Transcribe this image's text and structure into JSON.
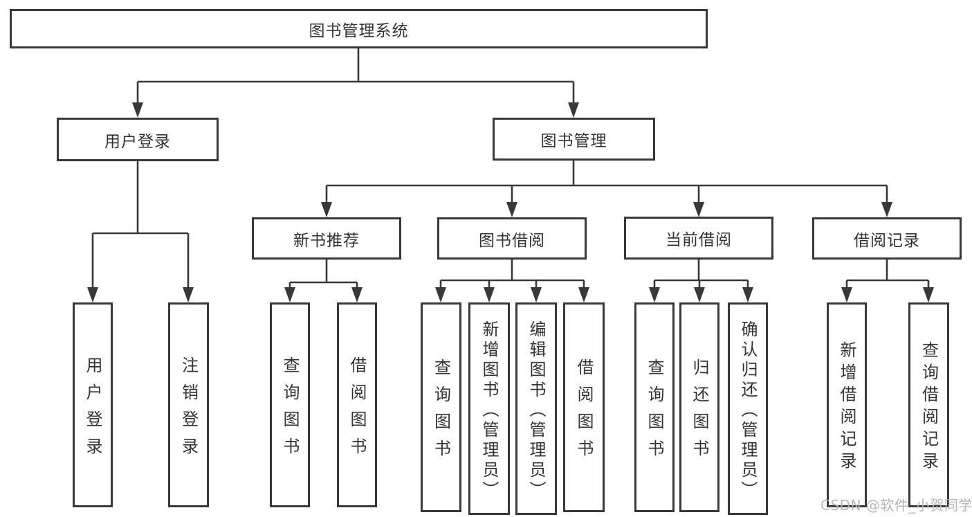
{
  "diagram": {
    "root": "图书管理系统",
    "level2": {
      "user_login": "用户登录",
      "book_mgmt": "图书管理"
    },
    "level3": {
      "new_books": "新书推荐",
      "book_borrow": "图书借阅",
      "current_borrow": "当前借阅",
      "borrow_records": "借阅记录"
    },
    "leaves": {
      "user_login": [
        "用户登录",
        "注销登录"
      ],
      "new_books": [
        "查询图书",
        "借阅图书"
      ],
      "book_borrow": [
        "查询图书",
        "新增图书（管理员）",
        "编辑图书（管理员）",
        "借阅图书"
      ],
      "current_borrow": [
        "查询图书",
        "归还图书",
        "确认归还（管理员）"
      ],
      "borrow_records": [
        "新增借阅记录",
        "查询借阅记录"
      ]
    }
  },
  "watermark": "CSDN @软件_小贺同学",
  "colors": {
    "line": "#383838",
    "box_border": "#383838",
    "text": "#333333",
    "watermark": "#b6b6b6",
    "background": "#ffffff"
  }
}
